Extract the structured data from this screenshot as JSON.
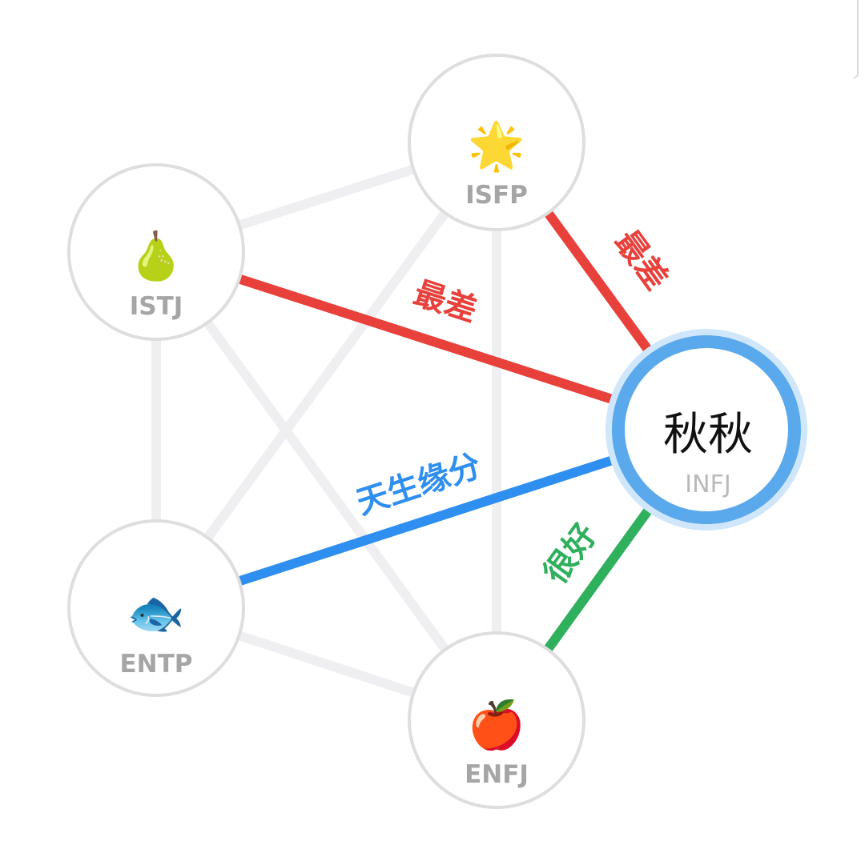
{
  "colors": {
    "worst": "#e8403b",
    "destined": "#2f8ff0",
    "good": "#2fb05c",
    "neutral": "#efeff1",
    "ring": "#5aa9ec"
  },
  "center": {
    "name": "秋秋",
    "type": "INFJ"
  },
  "nodes": [
    {
      "id": "isfp",
      "type": "ISFP",
      "icon": "sparkle-star-icon",
      "glyph": "🌟"
    },
    {
      "id": "istj",
      "type": "ISTJ",
      "icon": "pear-icon",
      "glyph": "🍐"
    },
    {
      "id": "entp",
      "type": "ENTP",
      "icon": "fish-icon",
      "glyph": "🐟"
    },
    {
      "id": "enfj",
      "type": "ENFJ",
      "icon": "apple-icon",
      "glyph": "🍎"
    }
  ],
  "relations": [
    {
      "from": "isfp",
      "label": "最差",
      "kind": "worst"
    },
    {
      "from": "istj",
      "label": "最差",
      "kind": "worst"
    },
    {
      "from": "entp",
      "label": "天生缘分",
      "kind": "destined"
    },
    {
      "from": "enfj",
      "label": "很好",
      "kind": "good"
    }
  ]
}
